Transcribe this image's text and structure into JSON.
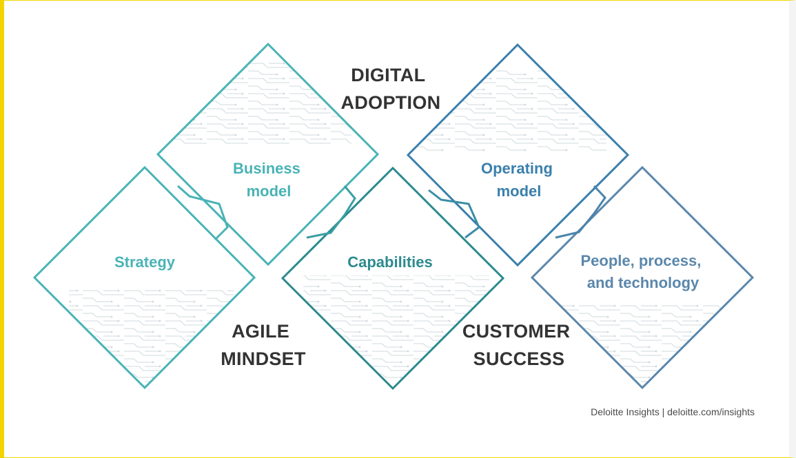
{
  "diagram": {
    "centers": {
      "digital_adoption": [
        "DIGITAL",
        "ADOPTION"
      ],
      "agile_mindset": [
        "AGILE",
        "MINDSET"
      ],
      "customer_success": [
        "CUSTOMER",
        "SUCCESS"
      ]
    },
    "nodes": {
      "strategy": [
        "Strategy"
      ],
      "business_model": [
        "Business",
        "model"
      ],
      "capabilities": [
        "Capabilities"
      ],
      "operating_model": [
        "Operating",
        "model"
      ],
      "people": [
        "People, process,",
        "and technology"
      ]
    }
  },
  "colors": {
    "teal": "#49b3b6",
    "mid_teal": "#3a9ea4",
    "dark_teal": "#2c8a8e",
    "blue": "#3a7fac",
    "slate_blue": "#5a87ac",
    "center_text": "#333333"
  },
  "footer": "Deloitte Insights | deloitte.com/insights"
}
